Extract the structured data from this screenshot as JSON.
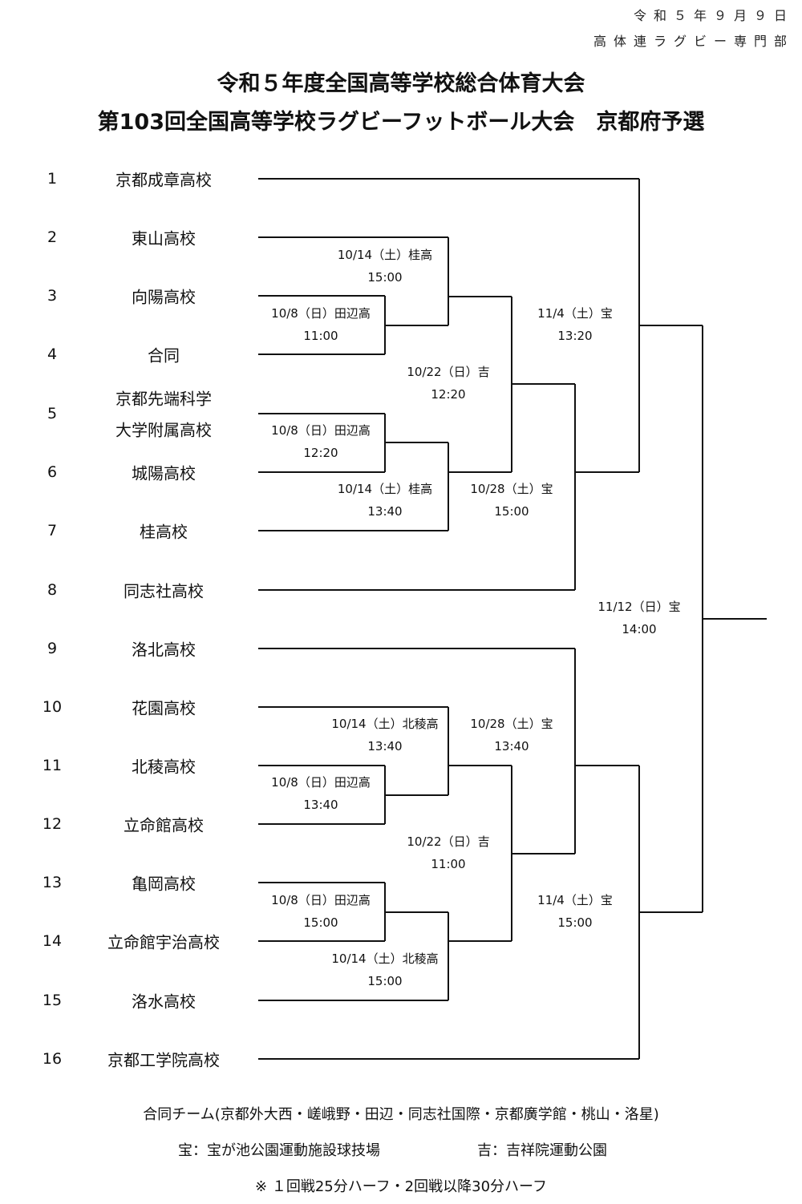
{
  "header": {
    "date": "令和５年９月９日",
    "org": "高体連ラグビー専門部",
    "title_line1": "令和５年度全国高等学校総合体育大会",
    "title_line2": "第103回全国高等学校ラグビーフットボール大会　京都府予選"
  },
  "teams": [
    {
      "seed": "1",
      "name": "京都成章高校"
    },
    {
      "seed": "2",
      "name": "東山高校"
    },
    {
      "seed": "3",
      "name": "向陽高校"
    },
    {
      "seed": "4",
      "name": "合同"
    },
    {
      "seed": "5",
      "name_line1": "京都先端科学",
      "name_line2": "大学附属高校"
    },
    {
      "seed": "6",
      "name": "城陽高校"
    },
    {
      "seed": "7",
      "name": "桂高校"
    },
    {
      "seed": "8",
      "name": "同志社高校"
    },
    {
      "seed": "9",
      "name": "洛北高校"
    },
    {
      "seed": "10",
      "name": "花園高校"
    },
    {
      "seed": "11",
      "name": "北稜高校"
    },
    {
      "seed": "12",
      "name": "立命館高校"
    },
    {
      "seed": "13",
      "name": "亀岡高校"
    },
    {
      "seed": "14",
      "name": "立命館宇治高校"
    },
    {
      "seed": "15",
      "name": "洛水高校"
    },
    {
      "seed": "16",
      "name": "京都工学院高校"
    }
  ],
  "matches": [
    {
      "date": "10/8（日）田辺高",
      "time": "11:00"
    },
    {
      "date": "10/8（日）田辺高",
      "time": "12:20"
    },
    {
      "date": "10/8（日）田辺高",
      "time": "13:40"
    },
    {
      "date": "10/8（日）田辺高",
      "time": "15:00"
    },
    {
      "date": "10/14（土）桂高",
      "time": "15:00"
    },
    {
      "date": "10/14（土）桂高",
      "time": "13:40"
    },
    {
      "date": "10/14（土）北稜高",
      "time": "13:40"
    },
    {
      "date": "10/14（土）北稜高",
      "time": "15:00"
    },
    {
      "date": "10/22（日）吉",
      "time": "12:20"
    },
    {
      "date": "10/22（日）吉",
      "time": "11:00"
    },
    {
      "date": "10/28（土）宝",
      "time": "15:00"
    },
    {
      "date": "10/28（土）宝",
      "time": "13:40"
    },
    {
      "date": "11/4（土）宝",
      "time": "13:20"
    },
    {
      "date": "11/4（土）宝",
      "time": "15:00"
    },
    {
      "date": "11/12（日）宝",
      "time": "14:00"
    }
  ],
  "footer": {
    "joint_team": "合同チーム(京都外大西・嵯峨野・田辺・同志社国際・京都廣学館・桃山・洛星)",
    "venue_takara": "宝：宝が池公園運動施設球技場",
    "venue_kichi": "吉：吉祥院運動公園",
    "rule_note": "※ １回戦25分ハーフ・2回戦以降30分ハーフ"
  }
}
